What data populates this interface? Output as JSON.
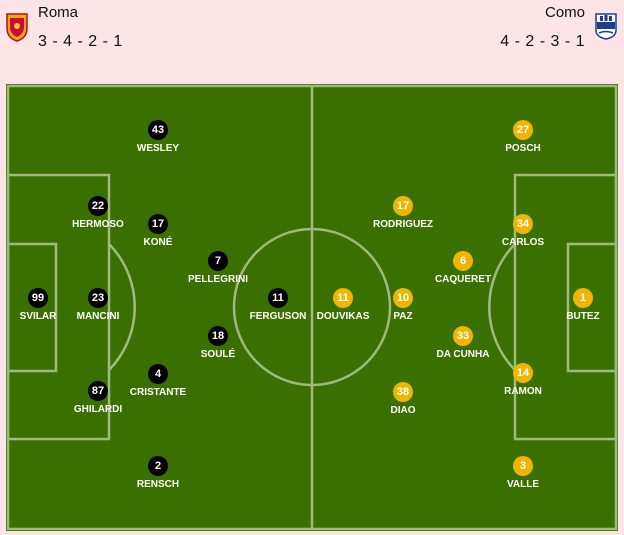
{
  "home": {
    "name": "Roma",
    "formation": "3 - 4 - 2 - 1",
    "crest_icon": "roma-crest-icon",
    "color": "#000000",
    "players": [
      {
        "number": "99",
        "name": "SVILAR"
      },
      {
        "number": "23",
        "name": "MANCINI"
      },
      {
        "number": "22",
        "name": "HERMOSO"
      },
      {
        "number": "87",
        "name": "GHILARDI"
      },
      {
        "number": "43",
        "name": "WESLEY"
      },
      {
        "number": "17",
        "name": "KONÉ"
      },
      {
        "number": "4",
        "name": "CRISTANTE"
      },
      {
        "number": "2",
        "name": "RENSCH"
      },
      {
        "number": "7",
        "name": "PELLEGRINI"
      },
      {
        "number": "18",
        "name": "SOULÉ"
      },
      {
        "number": "11",
        "name": "FERGUSON"
      }
    ]
  },
  "away": {
    "name": "Como",
    "formation": "4 - 2 - 3 - 1",
    "crest_icon": "como-crest-icon",
    "color": "#f0b500",
    "players": [
      {
        "number": "1",
        "name": "BUTEZ"
      },
      {
        "number": "27",
        "name": "POSCH"
      },
      {
        "number": "34",
        "name": "CARLOS"
      },
      {
        "number": "14",
        "name": "RAMON"
      },
      {
        "number": "3",
        "name": "VALLE"
      },
      {
        "number": "6",
        "name": "CAQUERET"
      },
      {
        "number": "33",
        "name": "DA CUNHA"
      },
      {
        "number": "17",
        "name": "RODRIGUEZ"
      },
      {
        "number": "10",
        "name": "PAZ"
      },
      {
        "number": "38",
        "name": "DIAO"
      },
      {
        "number": "11",
        "name": "DOUVIKAS"
      }
    ]
  },
  "pitch": {
    "grass_color": "#3a7000",
    "line_color": "#9fb97e"
  }
}
